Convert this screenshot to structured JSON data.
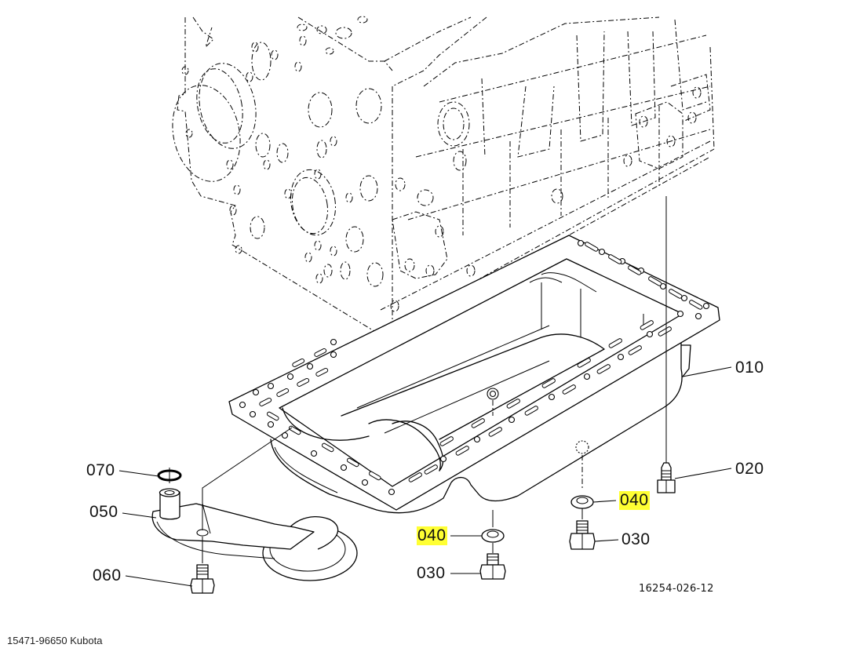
{
  "diagram": {
    "title": "Oil pan exploded parts diagram",
    "drawing_number": "16254-026-12",
    "caption": "15471-96650 Kubota",
    "highlight_color": "#ffff33",
    "callouts": [
      {
        "id": "010",
        "label": "010",
        "part": "oil-pan",
        "highlighted": false
      },
      {
        "id": "020",
        "label": "020",
        "part": "pan-bolt",
        "highlighted": false
      },
      {
        "id": "030a",
        "label": "030",
        "part": "drain-plug-front",
        "highlighted": false
      },
      {
        "id": "030b",
        "label": "030",
        "part": "drain-plug-rear",
        "highlighted": false
      },
      {
        "id": "040a",
        "label": "040",
        "part": "drain-plug-gasket-front",
        "highlighted": true
      },
      {
        "id": "040b",
        "label": "040",
        "part": "drain-plug-gasket-rear",
        "highlighted": true
      },
      {
        "id": "050",
        "label": "050",
        "part": "oil-strainer",
        "highlighted": false
      },
      {
        "id": "060",
        "label": "060",
        "part": "strainer-bolt",
        "highlighted": false
      },
      {
        "id": "070",
        "label": "070",
        "part": "o-ring",
        "highlighted": false
      }
    ]
  }
}
